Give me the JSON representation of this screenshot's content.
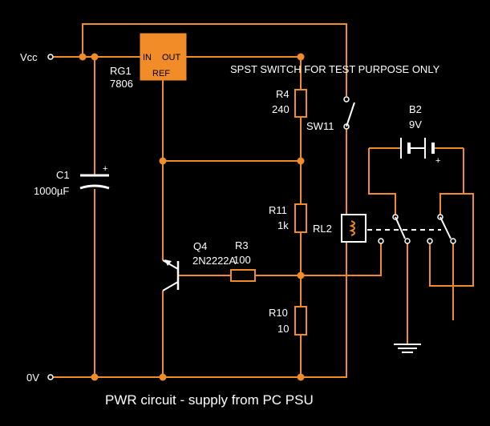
{
  "nodes": {
    "vcc": "Vcc",
    "gnd": "0V"
  },
  "regulator": {
    "name": "RG1",
    "part": "7806",
    "pin_in": "IN",
    "pin_out": "OUT",
    "pin_ref": "REF"
  },
  "capacitor": {
    "name": "C1",
    "value": "1000µF",
    "polarity": "+"
  },
  "resistors": {
    "r4": {
      "name": "R4",
      "value": "240"
    },
    "r11": {
      "name": "R11",
      "value": "1k"
    },
    "r10": {
      "name": "R10",
      "value": "10"
    },
    "r3": {
      "name": "R3",
      "value": "100"
    }
  },
  "transistor": {
    "name": "Q4",
    "part": "2N2222A"
  },
  "switch": {
    "name": "SW11",
    "note": "SPST SWITCH FOR TEST PURPOSE ONLY"
  },
  "relay": {
    "name": "RL2"
  },
  "battery": {
    "name": "B2",
    "value": "9V",
    "polarity": "+"
  },
  "caption": "PWR circuit - supply from PC PSU"
}
